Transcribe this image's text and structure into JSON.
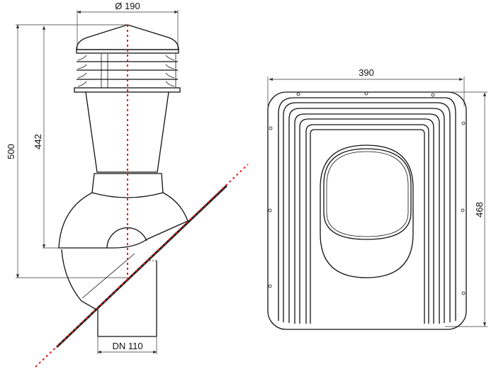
{
  "side_view": {
    "diameter_label": "Ø 190",
    "height_total_label": "500",
    "height_upper_label": "442",
    "pipe_label": "DN 110"
  },
  "top_view": {
    "width_label": "390",
    "height_label": "468"
  },
  "colors": {
    "line": "#111111",
    "axis": "#e0201e"
  }
}
